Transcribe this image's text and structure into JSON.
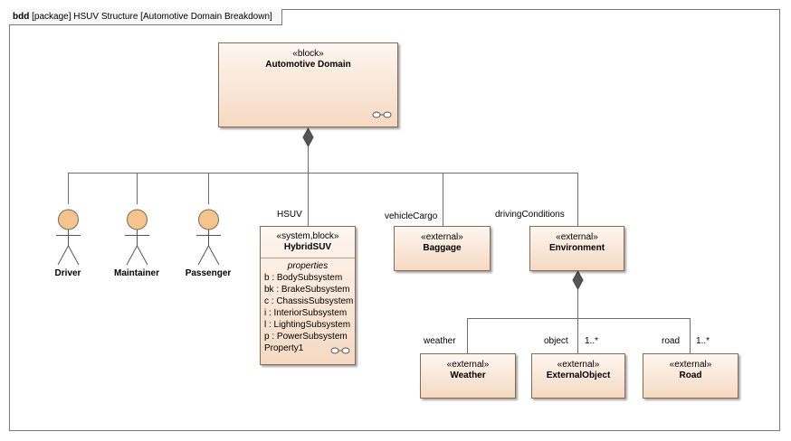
{
  "diagram": {
    "frame_label_kind": "bdd",
    "frame_label_text": "[package] HSUV Structure [Automotive Domain Breakdown]"
  },
  "blocks": {
    "automotive_domain": {
      "stereotype": "«block»",
      "name": "Automotive Domain"
    },
    "hybrid_suv": {
      "stereotype": "«system,block»",
      "name": "HybridSUV",
      "compartment_title": "properties",
      "properties": [
        "b : BodySubsystem",
        "bk : BrakeSubsystem",
        "c : ChassisSubsystem",
        "i : InteriorSubsystem",
        "l : LightingSubsystem",
        "p : PowerSubsystem",
        "Property1"
      ]
    },
    "baggage": {
      "stereotype": "«external»",
      "name": "Baggage"
    },
    "environment": {
      "stereotype": "«external»",
      "name": "Environment"
    },
    "weather": {
      "stereotype": "«external»",
      "name": "Weather"
    },
    "external_object": {
      "stereotype": "«external»",
      "name": "ExternalObject"
    },
    "road": {
      "stereotype": "«external»",
      "name": "Road"
    }
  },
  "actors": {
    "driver": "Driver",
    "maintainer": "Maintainer",
    "passenger": "Passenger"
  },
  "roles": {
    "hsuv": "HSUV",
    "vehicle_cargo": "vehicleCargo",
    "driving_conditions": "drivingConditions",
    "weather": "weather",
    "object": "object",
    "object_multiplicity": "1..*",
    "road": "road",
    "road_multiplicity": "1..*"
  },
  "colors": {
    "block_fill_top": "#fdf6f0",
    "block_fill_bottom": "#f6d9c2",
    "actor_head": "#f4c48c",
    "line": "#6d6d6d"
  }
}
